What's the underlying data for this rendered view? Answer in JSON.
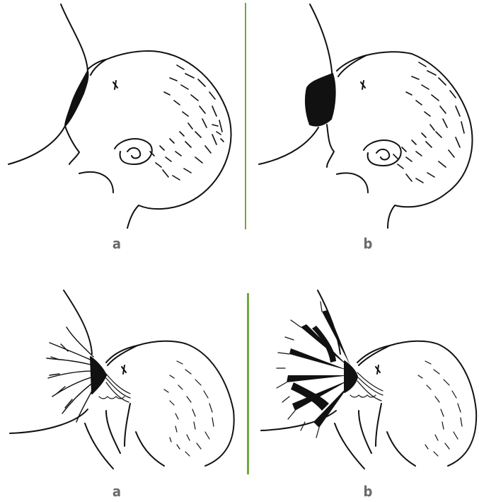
{
  "figure": {
    "divider_color": "#6cab3c",
    "ink_color": "#111111",
    "rows": [
      {
        "left_label": "a",
        "right_label": "b"
      },
      {
        "left_label": "a",
        "right_label": "b"
      }
    ]
  }
}
